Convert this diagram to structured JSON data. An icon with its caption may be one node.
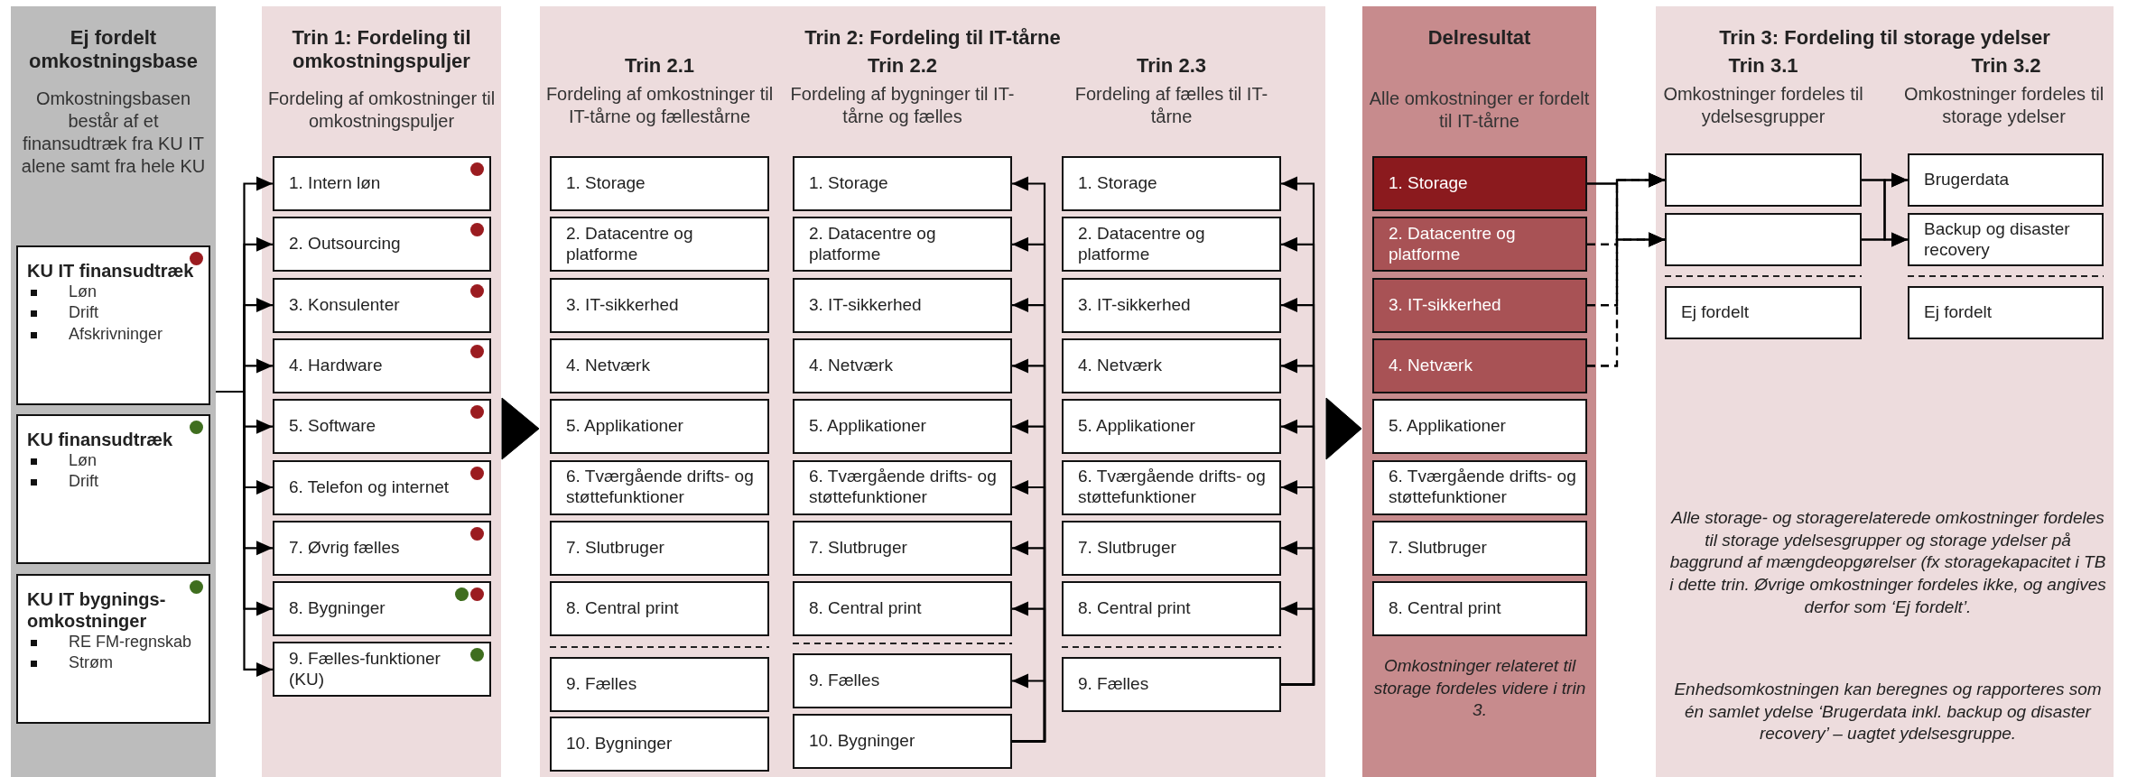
{
  "diagram": {
    "nodes": [
      {
        "text": [
          "Ej fordelt omkostningsbase",
          "Omkostningsbasen består af et finansudtræk fra KU IT alene samt fra hele KU"
        ]
      },
      {
        "text": [
          "KU IT finansudtræk",
          "Løn",
          "Drift",
          "Afskrivninger"
        ],
        "in": 0
      },
      {
        "text": [
          "KU finansudtræk",
          "Løn",
          "Drift"
        ],
        "in": 0
      },
      {
        "text": [
          "KU IT bygnings-omkostninger",
          "RE FM-regnskab",
          "Strøm"
        ],
        "in": 0
      },
      {
        "text": [
          "Trin 1: Fordeling til omkostningspuljer",
          "Fordeling af omkostninger til omkostningspuljer"
        ]
      },
      {
        "text": [
          "1. Intern løn"
        ],
        "in": 4
      },
      {
        "text": [
          "2. Outsourcing"
        ],
        "in": 4
      },
      {
        "text": [
          "3. Konsulenter"
        ],
        "in": 4
      },
      {
        "text": [
          "4. Hardware"
        ],
        "in": 4
      },
      {
        "text": [
          "5. Software"
        ],
        "in": 4
      },
      {
        "text": [
          "6. Telefon og internet"
        ],
        "in": 4
      },
      {
        "text": [
          "7. Øvrig fælles"
        ],
        "in": 4
      },
      {
        "text": [
          "8. Bygninger"
        ],
        "in": 4
      },
      {
        "text": [
          "9. Fælles-funktioner (KU)"
        ],
        "in": 4
      },
      {
        "text": [
          "Trin 2: Fordeling til IT-tårne"
        ]
      },
      {
        "text": [
          "1. Storage"
        ],
        "in": 14
      },
      {
        "text": [
          "2. Datacentre og platforme"
        ],
        "in": 14
      },
      {
        "text": [
          "3. IT-sikkerhed"
        ],
        "in": 14
      },
      {
        "text": [
          "4. Netværk"
        ],
        "in": 14
      },
      {
        "text": [
          "5. Applikationer"
        ],
        "in": 14
      },
      {
        "text": [
          "6. Tværgående drifts- og støttefunktioner"
        ],
        "in": 14
      },
      {
        "text": [
          "7. Slutbruger"
        ],
        "in": 14
      },
      {
        "text": [
          "8. Central print"
        ],
        "in": 14
      },
      {
        "text": [
          "9. Fælles"
        ],
        "in": 14
      },
      {
        "text": [
          "10. Bygninger"
        ],
        "in": 14
      },
      {
        "text": [
          "1. Storage"
        ],
        "in": 14
      },
      {
        "text": [
          "2. Datacentre og platforme"
        ],
        "in": 14
      },
      {
        "text": [
          "3. IT-sikkerhed"
        ],
        "in": 14
      },
      {
        "text": [
          "4. Netværk"
        ],
        "in": 14
      },
      {
        "text": [
          "5. Applikationer"
        ],
        "in": 14
      },
      {
        "text": [
          "6. Tværgående drifts- og støttefunktioner"
        ],
        "in": 14
      },
      {
        "text": [
          "7. Slutbruger"
        ],
        "in": 14
      },
      {
        "text": [
          "8. Central print"
        ],
        "in": 14
      },
      {
        "text": [
          "9. Fælles"
        ],
        "in": 14
      },
      {
        "text": [
          "10. Bygninger"
        ],
        "in": 14
      },
      {
        "text": [
          "1. Storage"
        ],
        "in": 14
      },
      {
        "text": [
          "2. Datacentre og platforme"
        ],
        "in": 14
      },
      {
        "text": [
          "3. IT-sikkerhed"
        ],
        "in": 14
      },
      {
        "text": [
          "4. Netværk"
        ],
        "in": 14
      },
      {
        "text": [
          "5. Applikationer"
        ],
        "in": 14
      },
      {
        "text": [
          "6. Tværgående drifts- og støttefunktioner"
        ],
        "in": 14
      },
      {
        "text": [
          "7. Slutbruger"
        ],
        "in": 14
      },
      {
        "text": [
          "8. Central print"
        ],
        "in": 14
      },
      {
        "text": [
          "9. Fælles"
        ],
        "in": 14
      },
      {
        "text": [
          "Delresultat",
          "Alle omkostninger er fordelt til IT-tårne"
        ]
      },
      {
        "text": [
          "1. Storage"
        ],
        "in": 44
      },
      {
        "text": [
          "2. Datacentre og platforme"
        ],
        "in": 44
      },
      {
        "text": [
          "3. IT-sikkerhed"
        ],
        "in": 44
      },
      {
        "text": [
          "4. Netværk"
        ],
        "in": 44
      },
      {
        "text": [
          "5. Applikationer"
        ],
        "in": 44
      },
      {
        "text": [
          "6. Tværgående drifts- og støttefunktioner"
        ],
        "in": 44
      },
      {
        "text": [
          "7. Slutbruger"
        ],
        "in": 44
      },
      {
        "text": [
          "8. Central print"
        ],
        "in": 44
      },
      {
        "text": [
          "Trin 3: Fordeling til storage ydelser"
        ]
      },
      {
        "text": [],
        "shape": "box",
        "in": 53
      },
      {
        "text": [],
        "shape": "box",
        "in": 53
      },
      {
        "text": [
          "Ej fordelt"
        ],
        "in": 53
      },
      {
        "text": [
          "Brugerdata"
        ],
        "in": 53
      },
      {
        "text": [
          "Backup og disaster recovery"
        ],
        "in": 53
      },
      {
        "text": [
          "Ej fordelt"
        ],
        "in": 53
      }
    ],
    "edges": [
      {
        "from": 0,
        "to": 5,
        "arrow": "to"
      },
      {
        "from": 0,
        "to": 6,
        "arrow": "to"
      },
      {
        "from": 0,
        "to": 7,
        "arrow": "to"
      },
      {
        "from": 0,
        "to": 8,
        "arrow": "to"
      },
      {
        "from": 0,
        "to": 9,
        "arrow": "to"
      },
      {
        "from": 0,
        "to": 10,
        "arrow": "to"
      },
      {
        "from": 0,
        "to": 11,
        "arrow": "to"
      },
      {
        "from": 0,
        "to": 12,
        "arrow": "to"
      },
      {
        "from": 0,
        "to": 13,
        "arrow": "to"
      },
      {
        "from": 4,
        "to": 14,
        "arrow": "to"
      },
      {
        "from": 34,
        "to": 25,
        "arrow": "to"
      },
      {
        "from": 34,
        "to": 26,
        "arrow": "to"
      },
      {
        "from": 34,
        "to": 27,
        "arrow": "to"
      },
      {
        "from": 34,
        "to": 28,
        "arrow": "to"
      },
      {
        "from": 34,
        "to": 29,
        "arrow": "to"
      },
      {
        "from": 34,
        "to": 30,
        "arrow": "to"
      },
      {
        "from": 34,
        "to": 31,
        "arrow": "to"
      },
      {
        "from": 34,
        "to": 32,
        "arrow": "to"
      },
      {
        "from": 34,
        "to": 33,
        "arrow": "to"
      },
      {
        "from": 43,
        "to": 35,
        "arrow": "to"
      },
      {
        "from": 43,
        "to": 36,
        "arrow": "to"
      },
      {
        "from": 43,
        "to": 37,
        "arrow": "to"
      },
      {
        "from": 43,
        "to": 38,
        "arrow": "to"
      },
      {
        "from": 43,
        "to": 39,
        "arrow": "to"
      },
      {
        "from": 43,
        "to": 40,
        "arrow": "to"
      },
      {
        "from": 43,
        "to": 41,
        "arrow": "to"
      },
      {
        "from": 43,
        "to": 42,
        "arrow": "to"
      },
      {
        "from": 14,
        "to": 44,
        "arrow": "to"
      },
      {
        "from": 45,
        "to": 54,
        "arrow": "to"
      },
      {
        "from": 45,
        "to": 55,
        "arrow": "to"
      },
      {
        "from": 46,
        "to": 54,
        "arrow": "to",
        "style": "dashed"
      },
      {
        "from": 46,
        "to": 55,
        "arrow": "to",
        "style": "dashed"
      },
      {
        "from": 47,
        "to": 54,
        "arrow": "to",
        "style": "dashed"
      },
      {
        "from": 47,
        "to": 55,
        "arrow": "to",
        "style": "dashed"
      },
      {
        "from": 48,
        "to": 54,
        "arrow": "to",
        "style": "dashed"
      },
      {
        "from": 48,
        "to": 55,
        "arrow": "to",
        "style": "dashed"
      },
      {
        "from": 54,
        "to": 57,
        "arrow": "to"
      },
      {
        "from": 54,
        "to": 58,
        "arrow": "to"
      },
      {
        "from": 55,
        "to": 57,
        "arrow": "to"
      },
      {
        "from": 55,
        "to": 58,
        "arrow": "to"
      }
    ],
    "labels": [
      "Trin 2.1",
      "Fordeling af omkostninger til IT-tårne og fællestårne",
      "Trin 2.2",
      "Fordeling af bygninger til IT-tårne og fælles",
      "Trin 2.3",
      "Fordeling af fælles til IT-tårne",
      "Omkostninger relateret til storage fordeles videre i trin 3.",
      "Trin 3.1",
      "Omkostninger fordeles til ydelsesgrupper",
      "Trin 3.2",
      "Omkostninger fordeles til storage ydelser",
      "Alle storage- og storagerelaterede omkostninger fordeles til storage ydelsesgrupper og storage ydelser på baggrund af mængdeopgørelser (fx storagekapacitet i TB i dette trin. Øvrige omkostninger fordeles ikke, og angives derfor som ‘Ej fordelt’.",
      "Enhedsomkostningen kan beregnes og rapporteres som én samlet ydelse ‘Brugerdata inkl. backup og disaster recovery’ – uagtet ydelsesgruppe."
    ]
  }
}
